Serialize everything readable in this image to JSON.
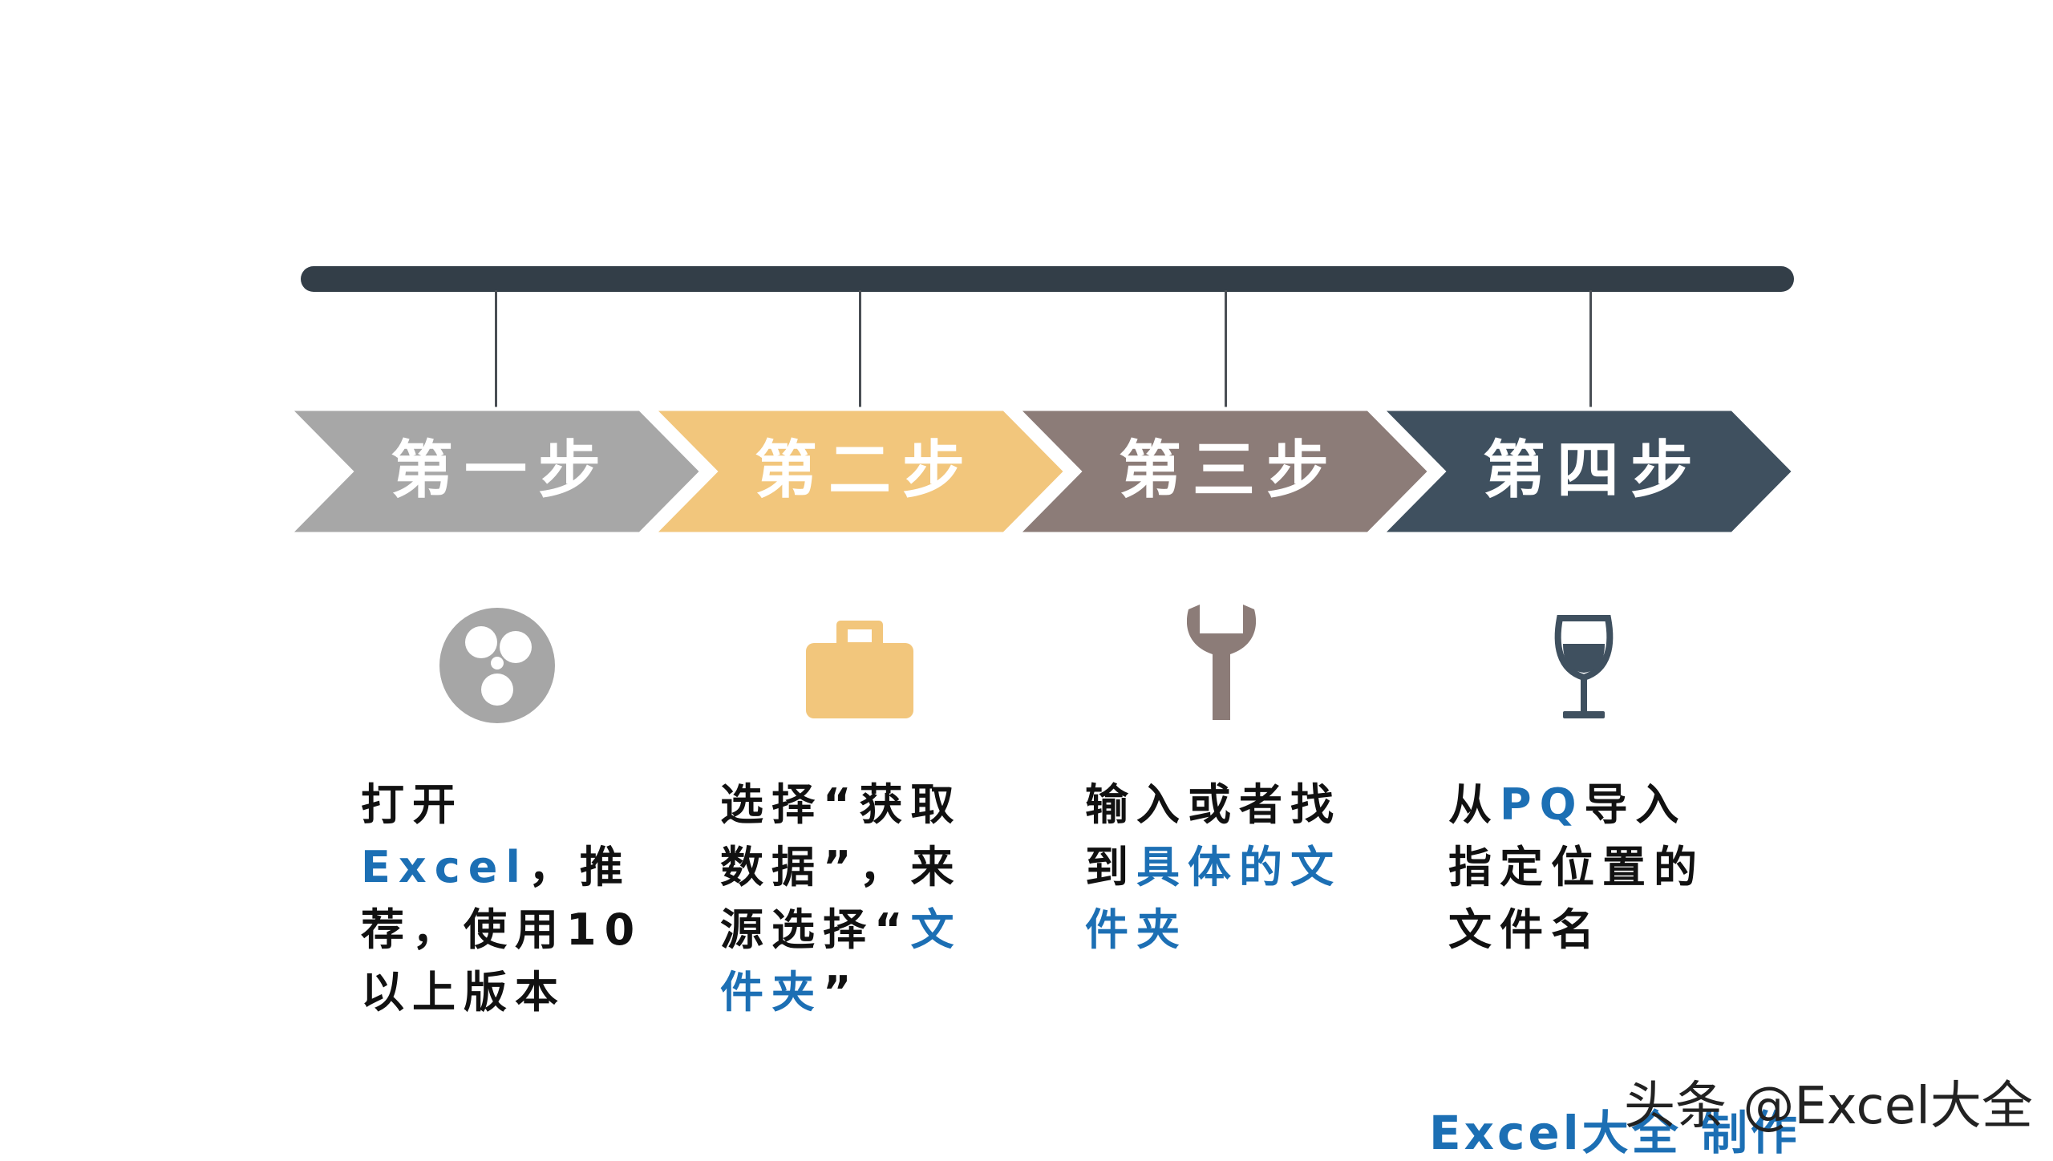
{
  "steps": [
    {
      "label": "第一步",
      "color": "#a7a7a7",
      "icon": "film-reel-icon",
      "icon_color": "#a6a6a6",
      "desc": [
        {
          "t": "打开",
          "hl": false
        },
        {
          "t": "Excel",
          "hl": true
        },
        {
          "t": "，推荐，使用10以上版本",
          "hl": false
        }
      ]
    },
    {
      "label": "第二步",
      "color": "#f2c67c",
      "icon": "briefcase-icon",
      "icon_color": "#f2c67c",
      "desc": [
        {
          "t": "选择“获取数据”，来源选择“",
          "hl": false
        },
        {
          "t": "文件夹",
          "hl": true
        },
        {
          "t": "”",
          "hl": false
        }
      ]
    },
    {
      "label": "第三步",
      "color": "#8c7c78",
      "icon": "wrench-icon",
      "icon_color": "#8c7c78",
      "desc": [
        {
          "t": "输入或者找到",
          "hl": false
        },
        {
          "t": "具体的文件夹",
          "hl": true
        }
      ]
    },
    {
      "label": "第四步",
      "color": "#3f505f",
      "icon": "wine-glass-icon",
      "icon_color": "#3f505f",
      "desc": [
        {
          "t": "从",
          "hl": false
        },
        {
          "t": "PQ",
          "hl": true
        },
        {
          "t": "导入指定位置的文件名",
          "hl": false
        }
      ]
    }
  ],
  "credit": "Excel大全 制作",
  "watermark": "头条 @Excel大全",
  "colors": {
    "timeline": "#333e48",
    "highlight": "#1c6fb4"
  }
}
